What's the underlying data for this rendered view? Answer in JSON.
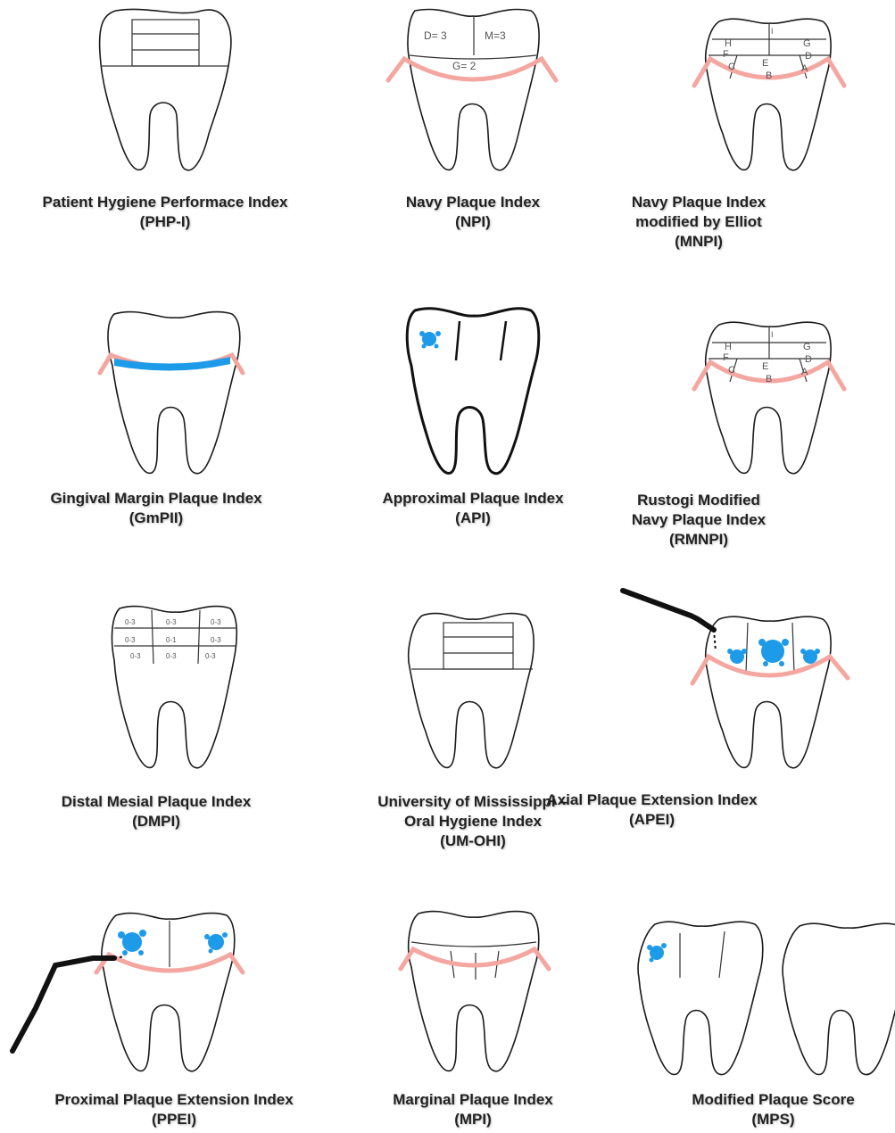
{
  "colors": {
    "gingiva": "#f4a6a0",
    "plaque": "#1e9be8",
    "outline": "#1a1a1a",
    "instrument": "#111111"
  },
  "panels": [
    {
      "name": "PHP-I",
      "lines": [
        "Patient Hygiene Performace Index",
        "(PHP-I)"
      ],
      "tooth_labels": []
    },
    {
      "name": "NPI",
      "lines": [
        "Navy Plaque Index",
        "(NPI)"
      ],
      "tooth_labels": [
        "D= 3",
        "M=3",
        "G= 2"
      ]
    },
    {
      "name": "MNPI",
      "lines": [
        "Navy Plaque Index",
        "modified by Elliot",
        "(MNPI)"
      ],
      "tooth_labels": [
        "H",
        "G",
        "F",
        "D",
        "E",
        "C",
        "A",
        "B",
        "I"
      ]
    },
    {
      "name": "GmPII",
      "lines": [
        "Gingival Margin Plaque Index",
        "(GmPII)"
      ],
      "tooth_labels": []
    },
    {
      "name": "API",
      "lines": [
        "Approximal Plaque Index",
        "(API)"
      ],
      "tooth_labels": []
    },
    {
      "name": "RMNPI",
      "lines": [
        "Rustogi Modified",
        "Navy Plaque Index",
        "(RMNPI)"
      ],
      "tooth_labels": [
        "H",
        "G",
        "F",
        "D",
        "E",
        "C",
        "A",
        "B",
        "I"
      ]
    },
    {
      "name": "DMPI",
      "lines": [
        "Distal Mesial Plaque Index",
        "(DMPI)"
      ],
      "tooth_labels": [
        "0-3",
        "0-3",
        "0-3",
        "0-3",
        "0-1",
        "0-3",
        "0-3",
        "0-3",
        "0-3"
      ]
    },
    {
      "name": "UM-OHI",
      "lines": [
        "University of Mississippi –",
        "Oral Hygiene Index",
        "(UM-OHI)"
      ],
      "tooth_labels": []
    },
    {
      "name": "APEI",
      "lines": [
        "Axial Plaque Extension Index",
        "(APEI)"
      ],
      "tooth_labels": []
    },
    {
      "name": "PPEI",
      "lines": [
        "Proximal Plaque Extension Index",
        "(PPEI)"
      ],
      "tooth_labels": []
    },
    {
      "name": "MPI",
      "lines": [
        "Marginal Plaque Index",
        "(MPI)"
      ],
      "tooth_labels": []
    },
    {
      "name": "MPS",
      "lines": [
        "Modified Plaque Score",
        "(MPS)"
      ],
      "tooth_labels": []
    }
  ]
}
